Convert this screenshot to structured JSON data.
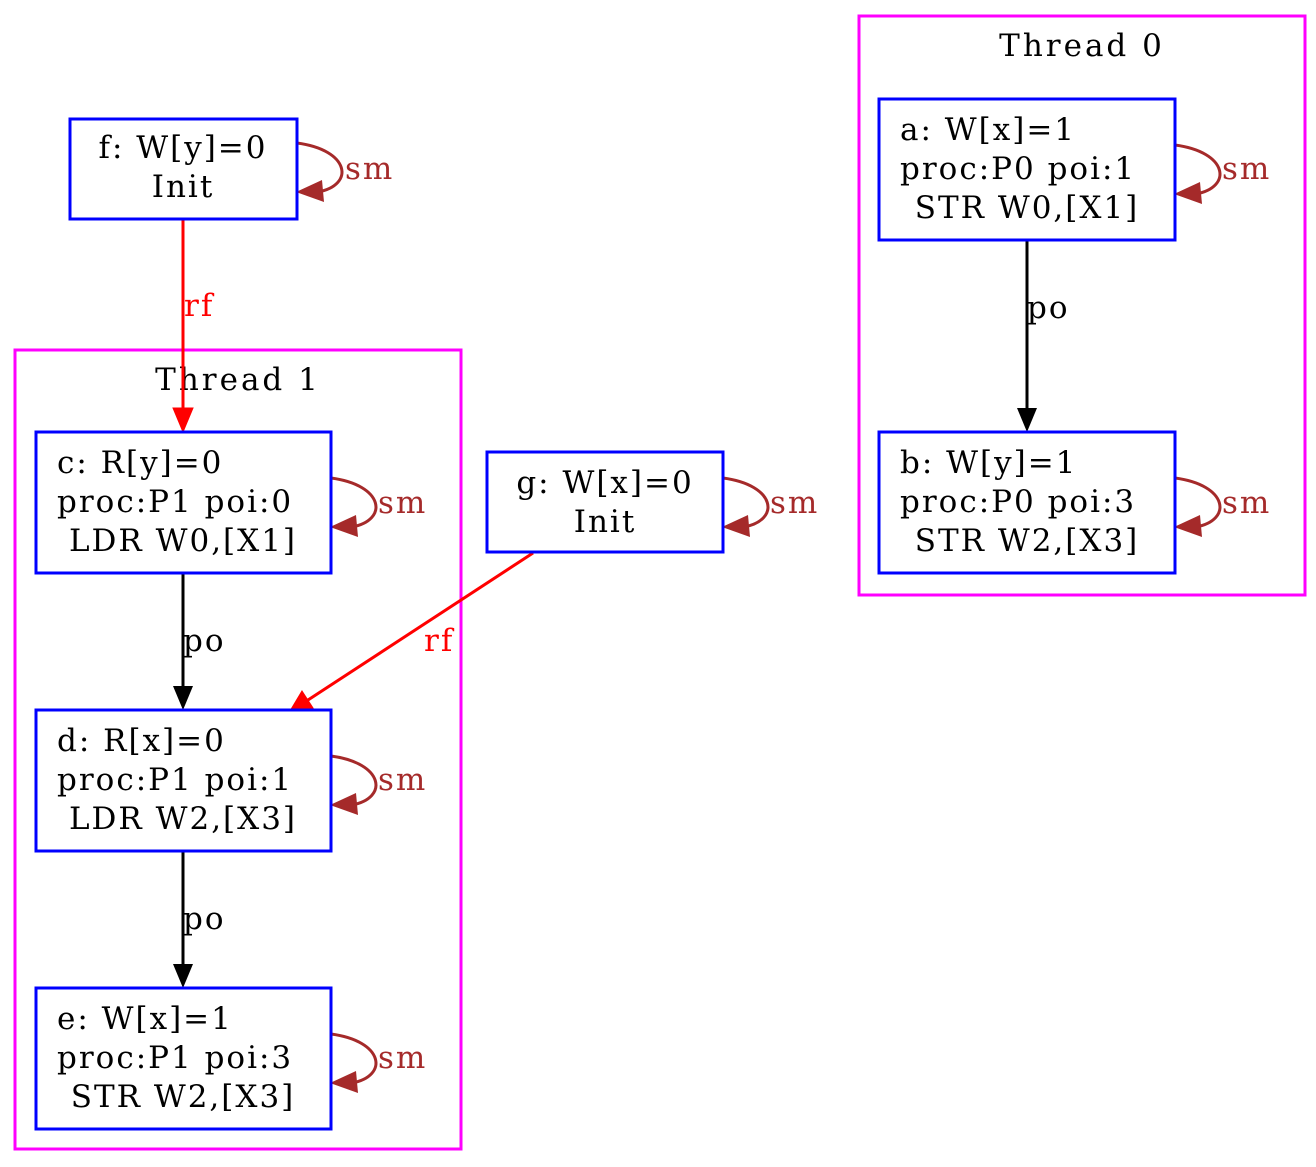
{
  "colors": {
    "cluster": "#ff00ff",
    "node": "#0000ff",
    "po": "#000000",
    "rf": "#ff0000",
    "sm": "#a52a2a"
  },
  "clusters": {
    "thread0": "Thread 0",
    "thread1": "Thread 1"
  },
  "nodes": {
    "f": [
      "f: W[y]=0",
      "Init"
    ],
    "g": [
      "g: W[x]=0",
      "Init"
    ],
    "a": [
      "a: W[x]=1",
      "proc:P0 poi:1",
      "STR W0,[X1]"
    ],
    "b": [
      "b: W[y]=1",
      "proc:P0 poi:3",
      "STR W2,[X3]"
    ],
    "c": [
      "c: R[y]=0",
      "proc:P1 poi:0",
      "LDR W0,[X1]"
    ],
    "d": [
      "d: R[x]=0",
      "proc:P1 poi:1",
      "LDR W2,[X3]"
    ],
    "e": [
      "e: W[x]=1",
      "proc:P1 poi:3",
      "STR W2,[X3]"
    ]
  },
  "edges": {
    "f_c": "rf",
    "g_d": "rf",
    "a_b": "po",
    "c_d": "po",
    "d_e": "po",
    "self": "sm"
  }
}
